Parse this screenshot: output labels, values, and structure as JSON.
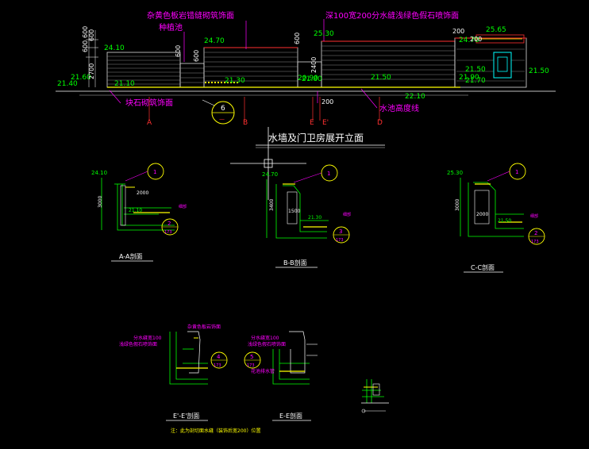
{
  "colors": {
    "background": "#000000",
    "annotation": "#ff00ff",
    "elevation": "#00ff00",
    "lines": "#ffffff",
    "grid": "#ff3030",
    "yellow": "#ffff00",
    "cyan": "#00ffff"
  },
  "elevation": {
    "title": "水墙及门卫房展开立面",
    "callouts": {
      "wall_finish": "杂黄色板岩错缝砌筑饰面",
      "planter": "种植池",
      "stone_finish": "深100宽200分水缝浅绿色假石喷饰面",
      "block_stone": "块石砌筑饰面",
      "water_line": "水池高度线"
    },
    "levels": [
      "24.10",
      "24.70",
      "25.30",
      "20.90",
      "21.60",
      "21.40",
      "21.10",
      "21.30",
      "21.50",
      "21.80",
      "22.10",
      "25.65",
      "24.70",
      "21.50",
      "21.50",
      "21.90",
      "21.70"
    ],
    "dims": [
      "600",
      "600",
      "600",
      "2700",
      "600",
      "600",
      "2400",
      "600",
      "200",
      "200",
      "200"
    ],
    "axes": [
      "A",
      "B",
      "E",
      "E'",
      "D"
    ],
    "section_bubble": {
      "num": "6",
      "ref": "—"
    }
  },
  "sections": {
    "aa": {
      "title": "A-A剖面",
      "level_top": "24.10",
      "level_bottom": "21.10",
      "dim_h": "3000",
      "dim_w": "2000",
      "bubble1": "1",
      "bubble2": "2",
      "bubble2_sub": "173",
      "note": "细部"
    },
    "bb": {
      "title": "B-B剖面",
      "level_top": "24.70",
      "level_bottom": "21.30",
      "dim_h": "3400",
      "dim_w": "1500",
      "bubble1": "1",
      "bubble2": "3",
      "bubble2_sub": "173",
      "note": "细部"
    },
    "cc": {
      "title": "C-C剖面",
      "level_top": "25.30",
      "level_bottom": "21.50",
      "dim_h": "3000",
      "dim_w": "2000",
      "bubble1": "1",
      "bubble2": "2",
      "bubble2_sub": "173",
      "note": "细部"
    },
    "ee1": {
      "title": "E'-E'剖面",
      "callout_top": "杂黄色板岩饰面",
      "callout_mid1": "分水缝宽100",
      "callout_mid2": "浅绿色假石喷饰面",
      "bubble": "4",
      "bubble_sub": "173"
    },
    "ee": {
      "title": "E-E剖面",
      "callout_top1": "分水缝宽100",
      "callout_top2": "浅绿色假石喷饰面",
      "callout_bottom": "花池排水管",
      "bubble": "5",
      "bubble_sub": "173"
    }
  },
  "footnote": "注：此为剖切面水缝（装饰后宽200）位置"
}
